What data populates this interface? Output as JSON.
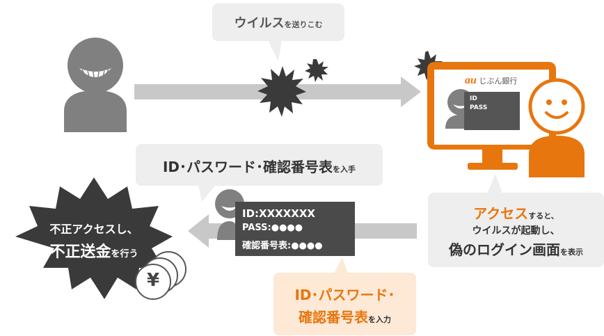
{
  "colors": {
    "orange": "#e8760e",
    "dark_gray": "#4a4a4a",
    "bubble_gray": "#eeeeee",
    "bubble_orange": "#fde9d6",
    "arrow_gray": "#c8c8c8"
  },
  "bubble_virus": {
    "main": "ウイルス",
    "suffix": "を送りこむ"
  },
  "bubble_steal": {
    "main": "ID･パスワード･確認番号表",
    "suffix": "を入手"
  },
  "bubble_access": {
    "l1_main": "アクセス",
    "l1_suffix": "すると、",
    "l2_main": "ウイルスが起動し、",
    "l3_main": "偽のログイン画面",
    "l3_suffix": "を表示"
  },
  "bubble_input": {
    "l1_main": "ID･パスワード･",
    "l2_main": "確認番号表",
    "l2_suffix": "を入力"
  },
  "fraud": {
    "l1": "不正アクセスし、",
    "l2_main": "不正送金",
    "l2_suffix": "を行う"
  },
  "credentials": {
    "id": "ID:XXXXXXX",
    "pass": "PASS:●●●●",
    "card": "確認番号表:●●●●"
  },
  "bank": {
    "au": "au",
    "name": "じぶん銀行"
  },
  "login": {
    "id_label": "ID",
    "pass_label": "PASS"
  },
  "yen_symbol": "¥",
  "icons": [
    "attacker-icon",
    "virus-icon",
    "user-icon",
    "monitor-icon",
    "coin-icon"
  ]
}
